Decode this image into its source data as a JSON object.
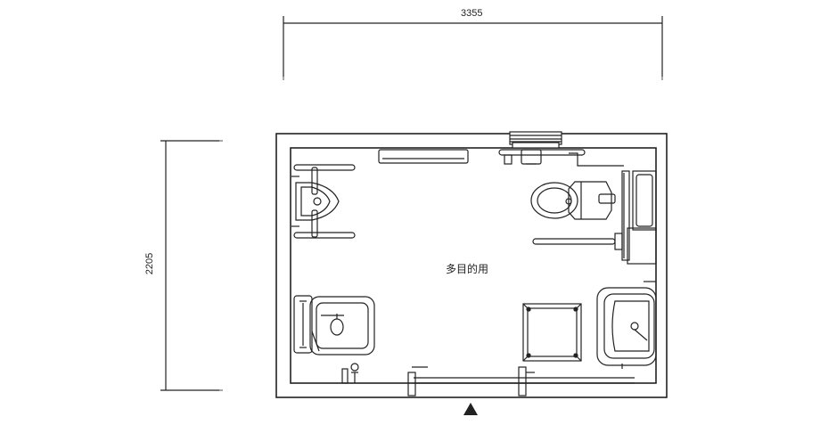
{
  "dimensions": {
    "width_mm": "3355",
    "depth_mm": "2205"
  },
  "room": {
    "label": "多目的用"
  },
  "fixtures": [
    "urinal",
    "shower-unit",
    "toilet",
    "grab-bar",
    "sink",
    "floor-drain",
    "sliding-door",
    "baby-changing-table",
    "fold-down-seat"
  ],
  "entrance_marker": "entrance-arrow-icon",
  "colors": {
    "line": "#222222",
    "wall_fill": "#ffffff",
    "text": "#222222"
  }
}
